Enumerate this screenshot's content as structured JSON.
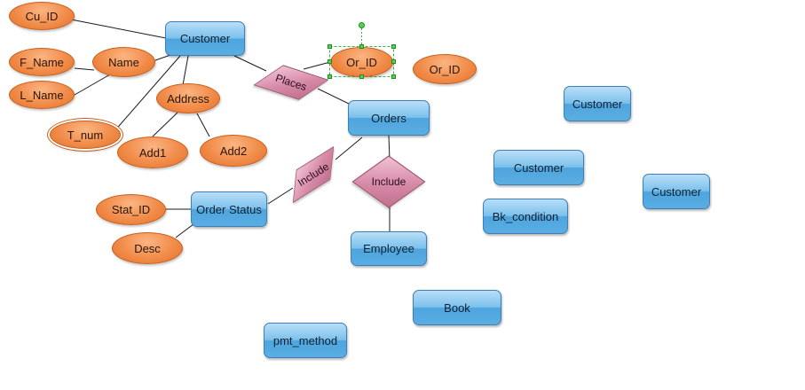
{
  "colors": {
    "entity_fill": "#5aaee3",
    "entity_border": "#3d7fb8",
    "attribute_fill": "#f18c4a",
    "attribute_border": "#c85f1e",
    "relationship_fill": "#d68aa7",
    "relationship_border": "#a0536f",
    "connector": "#1a1a1a",
    "selection": "#3cb043"
  },
  "entities": [
    {
      "id": "customer",
      "label": "Customer"
    },
    {
      "id": "orders",
      "label": "Orders"
    },
    {
      "id": "order_status",
      "label": "Order Status"
    },
    {
      "id": "employee",
      "label": "Employee"
    },
    {
      "id": "book",
      "label": "Book"
    },
    {
      "id": "pmt_method",
      "label": "pmt_method"
    },
    {
      "id": "bk_condition",
      "label": "Bk_condition"
    },
    {
      "id": "customer_2",
      "label": "Customer"
    },
    {
      "id": "customer_3",
      "label": "Customer"
    },
    {
      "id": "customer_4",
      "label": "Customer"
    }
  ],
  "attributes": [
    {
      "id": "cu_id",
      "label": "Cu_ID",
      "of": "customer"
    },
    {
      "id": "f_name",
      "label": "F_Name",
      "of": "name"
    },
    {
      "id": "l_name",
      "label": "L_Name",
      "of": "name"
    },
    {
      "id": "name",
      "label": "Name",
      "of": "customer"
    },
    {
      "id": "address",
      "label": "Address",
      "of": "customer"
    },
    {
      "id": "t_num",
      "label": "T_num",
      "of": "customer",
      "multivalued": true
    },
    {
      "id": "add1",
      "label": "Add1",
      "of": "address"
    },
    {
      "id": "add2",
      "label": "Add2",
      "of": "address"
    },
    {
      "id": "or_id_selected",
      "label": "Or_ID",
      "of": "places",
      "selected": true
    },
    {
      "id": "or_id",
      "label": "Or_ID",
      "of": ""
    },
    {
      "id": "stat_id",
      "label": "Stat_ID",
      "of": "order_status"
    },
    {
      "id": "desc",
      "label": "Desc",
      "of": "order_status"
    }
  ],
  "relationships": [
    {
      "id": "places",
      "label": "Places",
      "from": "customer",
      "to": "orders"
    },
    {
      "id": "include_status",
      "label": "Include",
      "from": "orders",
      "to": "order_status"
    },
    {
      "id": "include_employee",
      "label": "Include",
      "from": "orders",
      "to": "employee"
    }
  ]
}
